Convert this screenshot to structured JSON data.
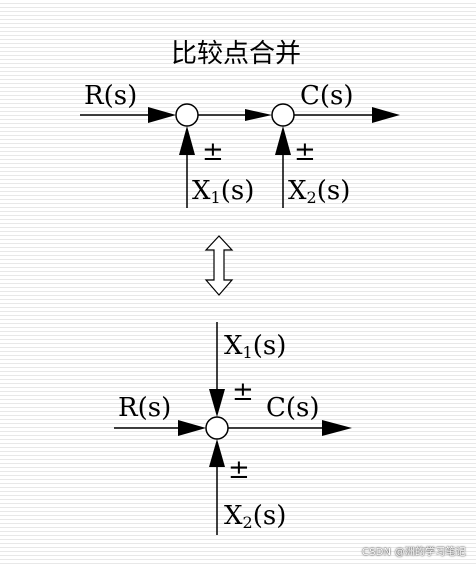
{
  "title": "比较点合并",
  "top": {
    "input": "R(s)",
    "output": "C(s)",
    "sign1": "±",
    "sign2": "±",
    "x1": "X",
    "x1_sub": "1",
    "x1_rest": "(s)",
    "x2": "X",
    "x2_sub": "2",
    "x2_rest": "(s)"
  },
  "bottom": {
    "input": "R(s)",
    "output": "C(s)",
    "sign1": "±",
    "sign2": "±",
    "x1": "X",
    "x1_sub": "1",
    "x1_rest": "(s)",
    "x2": "X",
    "x2_sub": "2",
    "x2_rest": "(s)"
  },
  "watermark": "CSDN @洲的学习笔记"
}
